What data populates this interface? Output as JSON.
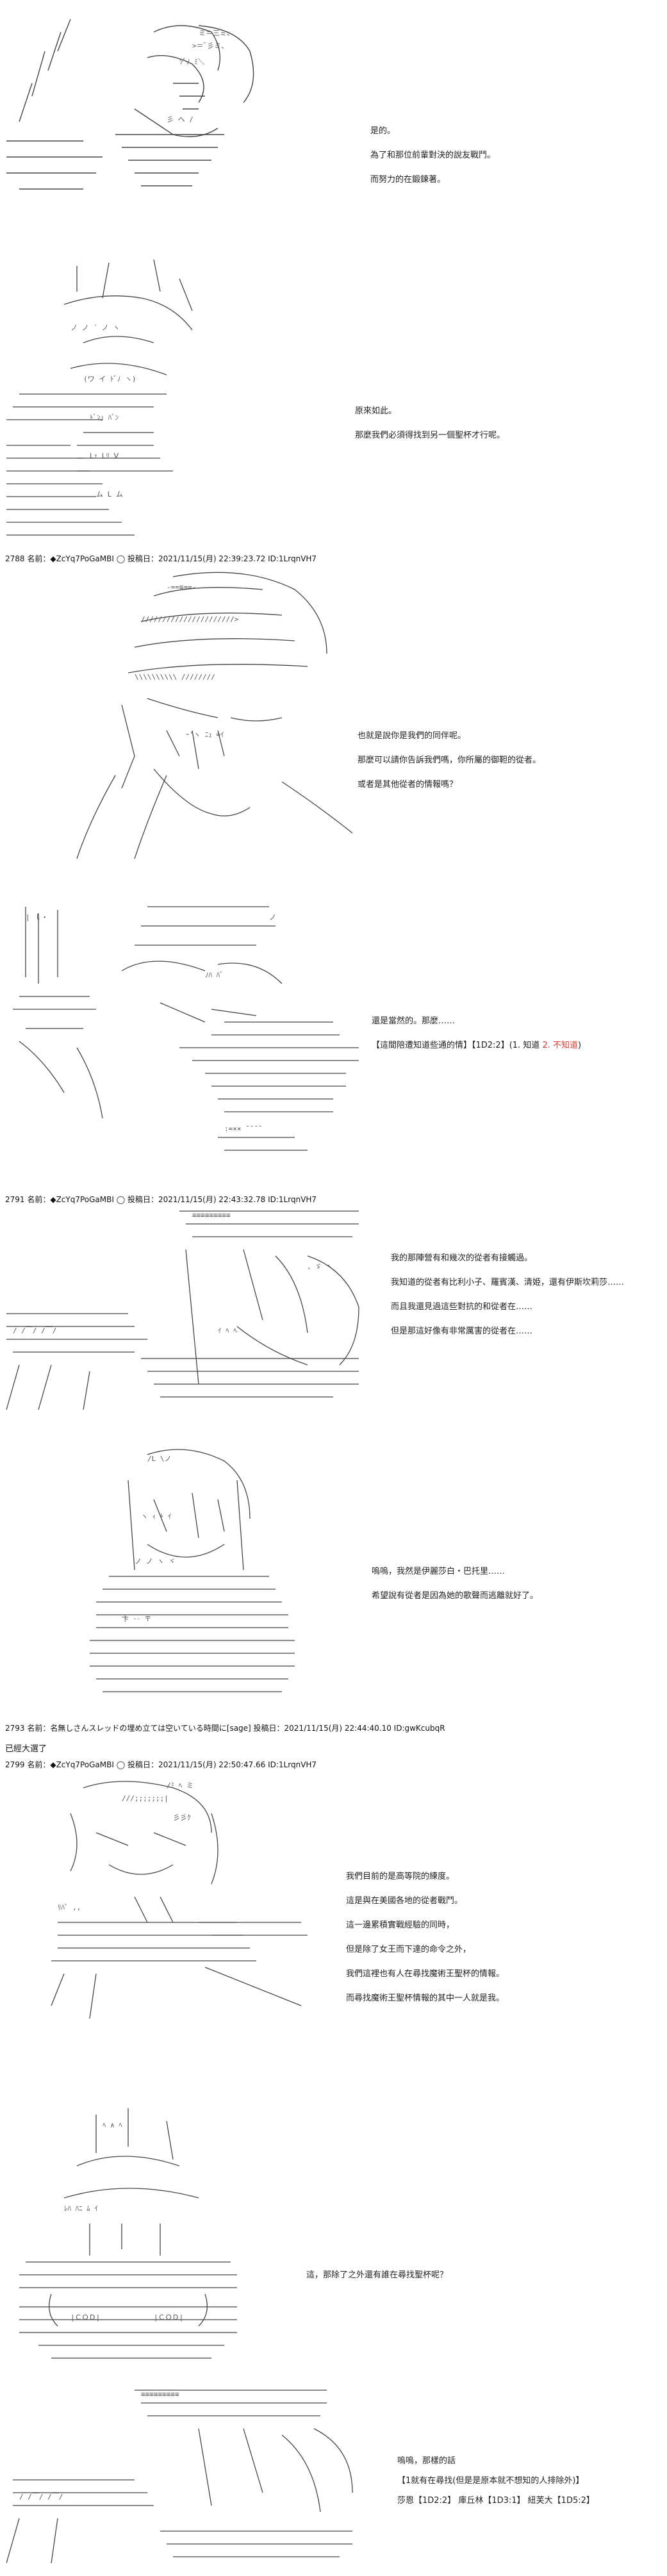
{
  "panels": [
    {
      "lines": [
        "是的。",
        "為了和那位前輩對決的說友戰鬥。",
        "而努力的在鍛鍊著。"
      ]
    },
    {
      "lines": [
        "原來如此。",
        "那麼我們必須得找到另一個聖杯才行呢。"
      ]
    },
    {
      "lines": [
        "也就是說你是我們的同伴呢。",
        "那麼可以請你告訴我們嗎，你所屬的御靼的從者。",
        "或者是其他從者的情報嗎？"
      ]
    },
    {
      "lines": [
        "還是當然的。那麼……"
      ],
      "choice": {
        "prefix": "【這間陪遭知道些通的情】【1D2:2】(1. 知道 ",
        "red": "2. 不知道",
        "suffix": ")"
      }
    },
    {
      "lines": [
        "我的那陣營有和幾次的從者有接觸過。",
        "我知道的從者有比利小子、羅賓漢、清姫，還有伊斯坎莉莎……",
        "而且我還見過這些對抗的和從者在……",
        "但是那這好像有非常厲害的從者在……"
      ]
    },
    {
      "lines": [
        "嗚嗚，我然是伊麗莎白・巴托里……",
        "希望說有從者是因為她的歌聲而逃離就好了。"
      ]
    },
    {
      "lines": [
        "我們目前的是高等院的練度。",
        "這是與在美國各地的從者戰鬥。",
        "這一邊累積實戰經驗的同時，",
        "但是除了女王而下達的命令之外，",
        "我們這裡也有人在尋找魔術王聖杯的情報。",
        "而尋找魔術王聖杯情報的其中一人就是我。"
      ]
    },
    {
      "lines": [
        "這，那除了之外還有誰在尋找聖杯呢？"
      ]
    },
    {
      "lines": [
        "嗚嗚，那樣的話",
        "【1就有在尋找(但是是原本就不想知的人排除外)】",
        "莎恩【1D2:2】 庫丘林【1D3:1】 紐芙大【1D5:2】"
      ]
    }
  ],
  "post_headers": [
    {
      "text": "2788 名前：◆ZcYq7PoGaMBI ◯ 投稿日：2021/11/15(月) 22:39:23.72 ID:1LrqnVH7"
    },
    {
      "text": "2791 名前：◆ZcYq7PoGaMBI ◯ 投稿日：2021/11/15(月) 22:43:32.78 ID:1LrqnVH7"
    },
    {
      "text": "2793 名前：名無しさんスレッドの埋め立ては空いている時間に[sage] 投稿日：2021/11/15(月) 22:44:40.10 ID:gwKcubqR"
    },
    {
      "text": "2799 名前：◆ZcYq7PoGaMBI ◯ 投稿日：2021/11/15(月) 22:50:47.66 ID:1LrqnVH7"
    }
  ],
  "reply_text": "已經大選了"
}
